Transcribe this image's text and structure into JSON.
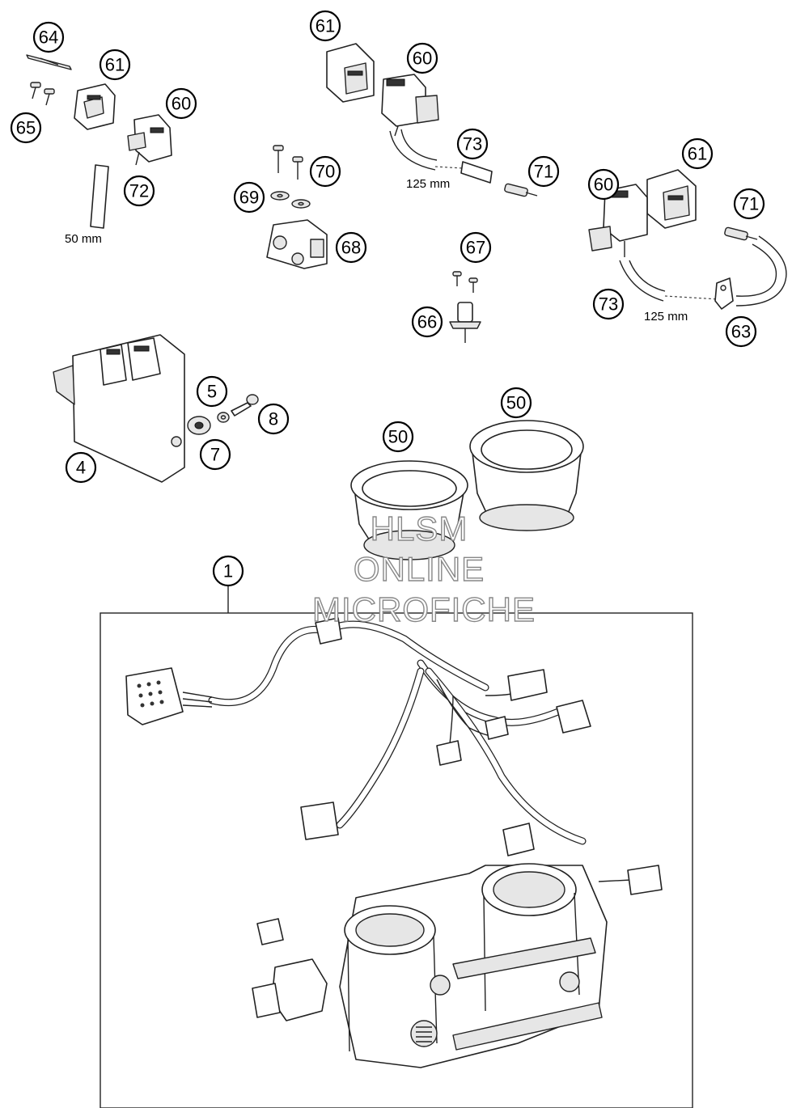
{
  "callouts": {
    "c64": "64",
    "c61a": "61",
    "c60a": "60",
    "c65": "65",
    "c72": "72",
    "c61b": "61",
    "c60b": "60",
    "c73a": "73",
    "c71a": "71",
    "c70": "70",
    "c69": "69",
    "c68": "68",
    "c67": "67",
    "c66": "66",
    "c61c": "61",
    "c60c": "60",
    "c71b": "71",
    "c73b": "73",
    "c63": "63",
    "c5": "5",
    "c8": "8",
    "c7": "7",
    "c4": "4",
    "c50a": "50",
    "c50b": "50",
    "c1": "1"
  },
  "dimensions": {
    "hose_short": "50 mm",
    "hose_a": "125 mm",
    "hose_b": "125 mm"
  },
  "watermark": {
    "line1": "HLSM",
    "line2": "ONLINE",
    "line3": "MICROFICHE"
  }
}
